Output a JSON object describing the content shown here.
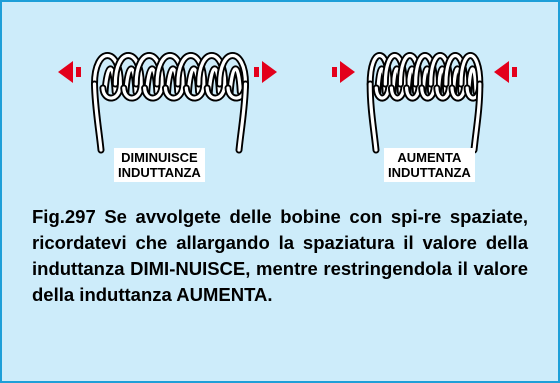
{
  "colors": {
    "background": "#cdecfa",
    "border": "#1e9fd8",
    "arrow": "#e3001b",
    "wire_outline": "#000000",
    "wire_fill": "#ffffff"
  },
  "coils": [
    {
      "label_line1": "DIMINUISCE",
      "label_line2": "INDUTTANZA",
      "arrow_direction": "outward",
      "icon": "coil-spaced-icon"
    },
    {
      "label_line1": "AUMENTA",
      "label_line2": "INDUTTANZA",
      "arrow_direction": "inward",
      "icon": "coil-compressed-icon"
    }
  ],
  "caption": "Fig.297 Se avvolgete delle bobine con spi-re spaziate, ricordatevi che allargando la spaziatura il valore della induttanza DIMI-NUISCE, mentre restringendola il valore della induttanza AUMENTA."
}
